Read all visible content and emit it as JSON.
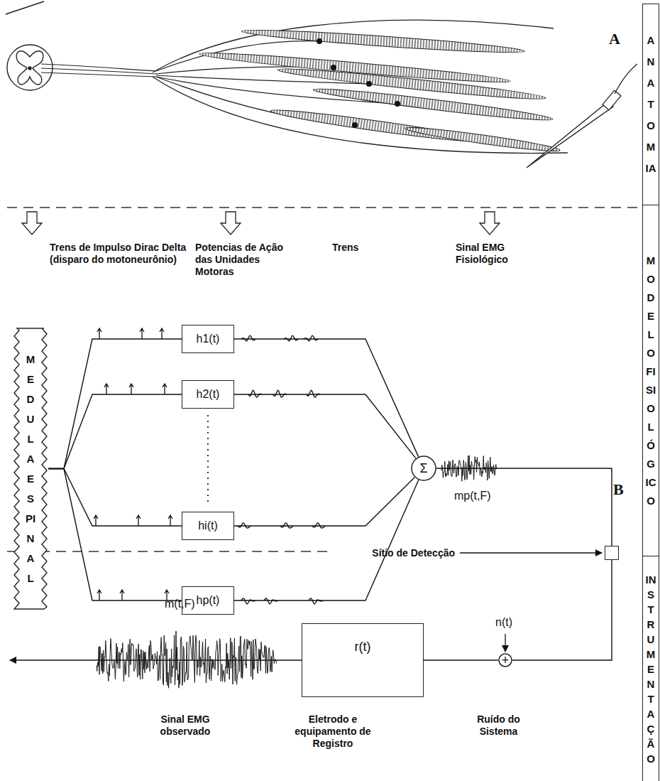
{
  "diagram": {
    "nodes": [
      {
        "text": [
          "ANATOMIA"
        ]
      },
      {
        "text": [
          "MODELO FISIOLÓGICO"
        ]
      },
      {
        "text": [
          "MEDULA ESPINAL"
        ]
      },
      {
        "text": [
          "h1(t)"
        ]
      },
      {
        "text": [
          "h2(t)"
        ]
      },
      {
        "text": [
          "hi(t)"
        ]
      },
      {
        "text": [
          "hp(t)"
        ]
      },
      {
        "text": [
          "Σ"
        ]
      },
      {
        "text": [
          "Sítio de Detecção"
        ]
      },
      {
        "text": [
          "INSTRUMENTAÇÃO"
        ]
      },
      {
        "text": [
          "+"
        ]
      },
      {
        "text": [
          "r(t)"
        ]
      }
    ],
    "edges": [
      {
        "from": 2,
        "to": 3,
        "arrow": "none"
      },
      {
        "from": 2,
        "to": 4,
        "arrow": "none"
      },
      {
        "from": 2,
        "to": 5,
        "arrow": "none"
      },
      {
        "from": 2,
        "to": 6,
        "arrow": "none"
      },
      {
        "from": 3,
        "to": 7,
        "arrow": "none"
      },
      {
        "from": 4,
        "to": 7,
        "arrow": "none"
      },
      {
        "from": 5,
        "to": 7,
        "arrow": "none"
      },
      {
        "from": 6,
        "to": 7,
        "arrow": "none"
      },
      {
        "from": 7,
        "to": 8,
        "arrow": "none"
      },
      {
        "from": 8,
        "to": 10,
        "arrow": "none"
      },
      {
        "from": 10,
        "to": 11,
        "arrow": "none"
      }
    ],
    "labels": [
      "A",
      "Trens de Impulso Dirac Delta (disparo do motoneurônio)",
      "Potencias de Ação das Unidades Motoras",
      "Trens",
      "Sinal EMG Fisiológico",
      "B",
      "mp(t,F)",
      "n(t)",
      "m(t,F)",
      "Sinal EMG observado",
      "Eletrodo e equipamento de Registro",
      "Ruído do Sistema"
    ]
  }
}
